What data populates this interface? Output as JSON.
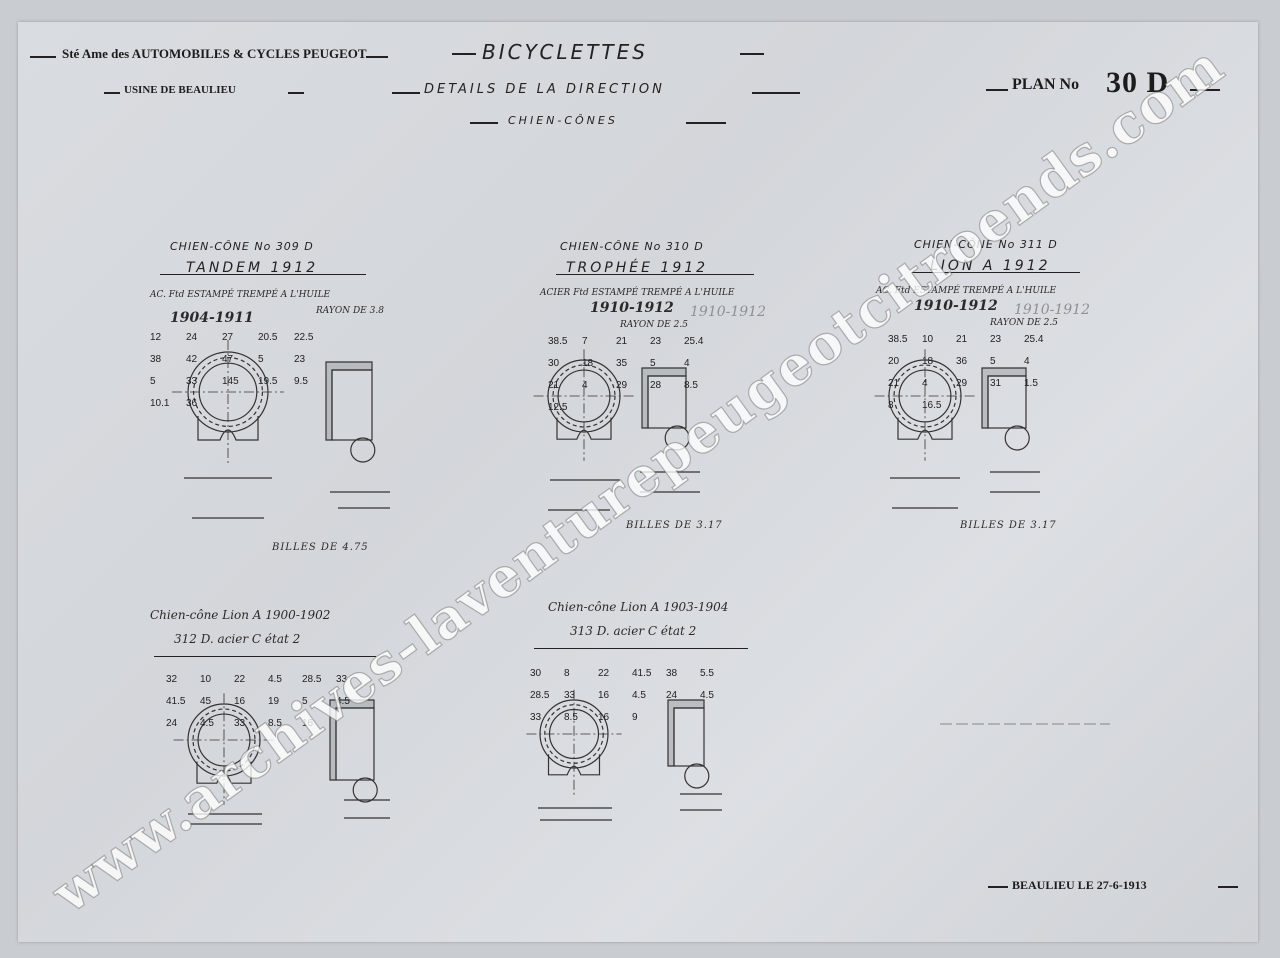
{
  "header": {
    "company": "Sté Ame des AUTOMOBILES & CYCLES PEUGEOT",
    "factory": "USINE DE BEAULIEU",
    "title": "BICYCLETTES",
    "subtitle": "DETAILS DE LA DIRECTION",
    "subsubtitle": "CHIEN-CÔNES",
    "plan_label": "PLAN No",
    "plan_number": "30 D"
  },
  "parts": [
    {
      "name": "CHIEN-CÔNE No 309 D",
      "model": "TANDEM 1912",
      "material": "AC. Ftd ESTAMPÉ TREMPÉ A L'HUILE",
      "years": "1904-1911",
      "radius": "RAYON DE 3.8",
      "balls": "BILLES DE 4.75",
      "dims": [
        "12",
        "24",
        "27",
        "20.5",
        "22.5",
        "38",
        "42",
        "47",
        "5",
        "23",
        "5",
        "33",
        "145",
        "19.5",
        "9.5",
        "10.1",
        "36"
      ]
    },
    {
      "name": "CHIEN-CÔNE No 310 D",
      "model": "TROPHÉE 1912",
      "material": "ACIER Ftd ESTAMPÉ TREMPÉ A L'HUILE",
      "years": "1910-1912",
      "years2": "1910-1912",
      "radius": "RAYON DE 2.5",
      "balls": "BILLES DE 3.17",
      "dims": [
        "38.5",
        "7",
        "21",
        "23",
        "25.4",
        "30",
        "18",
        "35",
        "5",
        "4",
        "21",
        "4",
        "29",
        "28",
        "8.5",
        "12.5"
      ]
    },
    {
      "name": "CHIEN-CÔNE No 311 D",
      "model": "LION A 1912",
      "material": "AC. Ftd ESTAMPÉ TREMPÉ A L'HUILE",
      "years": "1910-1912",
      "years2": "1910-1912",
      "radius": "RAYON DE 2.5",
      "balls": "BILLES DE 3.17",
      "dims": [
        "38.5",
        "10",
        "21",
        "23",
        "25.4",
        "20",
        "18",
        "36",
        "5",
        "4",
        "21",
        "4",
        "29",
        "31",
        "1.5",
        "8",
        "16.5"
      ]
    }
  ],
  "lower": [
    {
      "line1": "Chien-cône Lion A 1900-1902",
      "line2": "312 D. acier C état 2",
      "dims": [
        "32",
        "10",
        "22",
        "4.5",
        "28.5",
        "33",
        "41.5",
        "45",
        "16",
        "19",
        "5",
        "4.5",
        "24",
        "4.5",
        "33",
        "8.5",
        "16"
      ]
    },
    {
      "line1": "Chien-cône Lion A 1903-1904",
      "line2": "313 D. acier C état 2",
      "dims": [
        "30",
        "8",
        "22",
        "41.5",
        "38",
        "5.5",
        "28.5",
        "33",
        "16",
        "4.5",
        "24",
        "4.5",
        "33",
        "8.5",
        "16",
        "9"
      ]
    }
  ],
  "footer": {
    "date": "BEAULIEU LE 27-6-1913"
  },
  "watermark": {
    "text": "www.archives-laventurepeugeotcitroends.com"
  }
}
